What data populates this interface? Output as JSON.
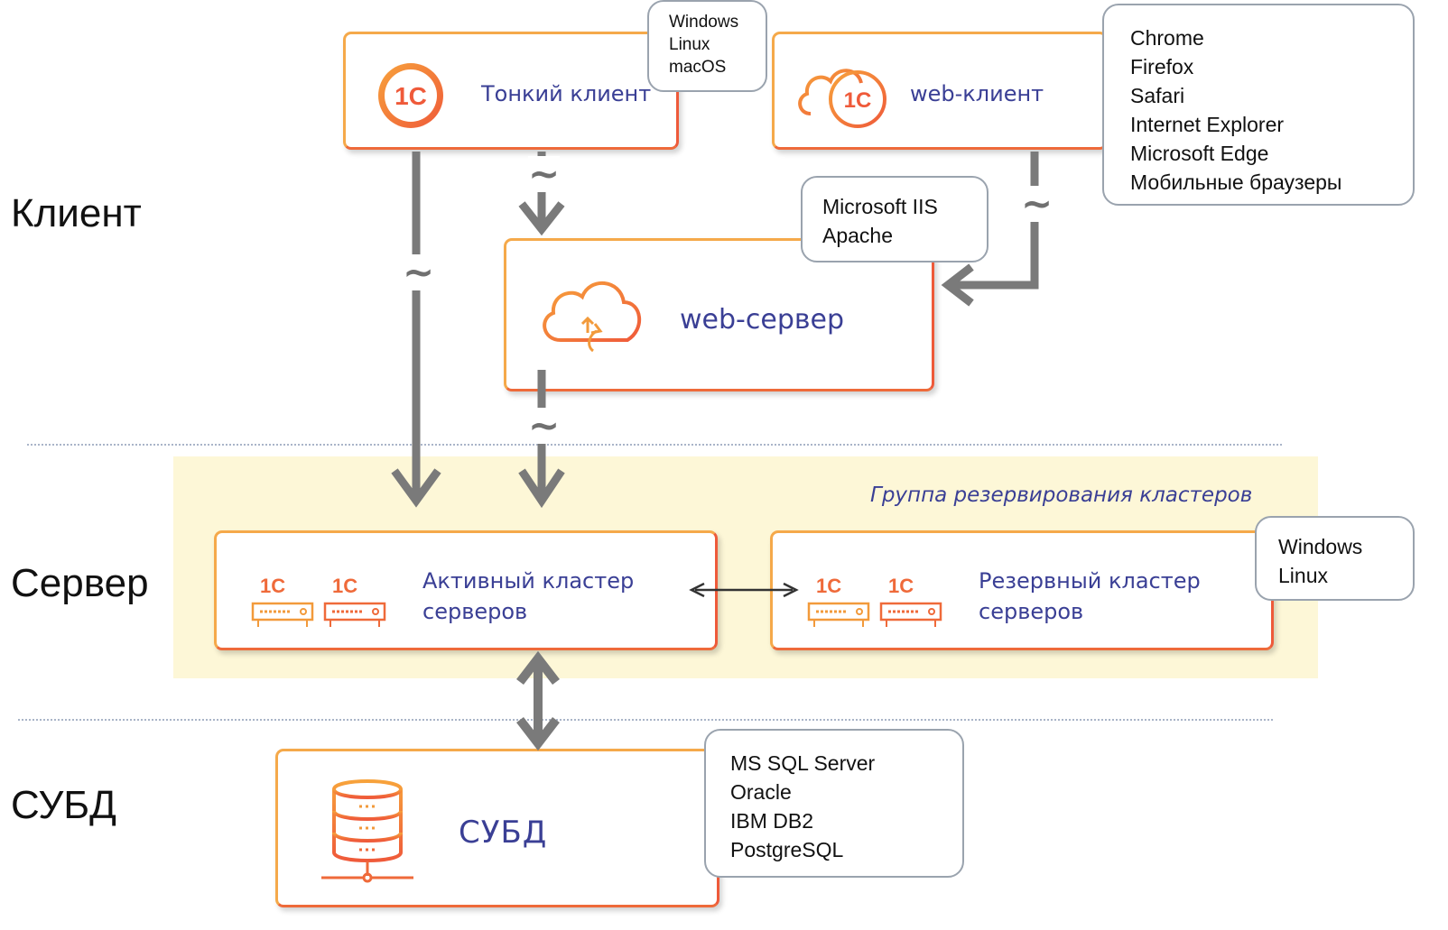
{
  "tiers": {
    "client": "Клиент",
    "server": "Сервер",
    "dbms": "СУБД"
  },
  "thin_client": {
    "logo": "1С",
    "label": "Тонкий клиент",
    "os_list": [
      "Windows",
      "Linux",
      "macOS"
    ]
  },
  "web_client": {
    "logo": "1С",
    "label": "web-клиент",
    "browsers": [
      "Chrome",
      "Firefox",
      "Safari",
      "Internet Explorer",
      "Microsoft Edge",
      "Мобильные браузеры"
    ]
  },
  "web_server": {
    "label": "web-сервер",
    "servers": [
      "Microsoft IIS",
      "Apache"
    ]
  },
  "cluster_group": {
    "label": "Группа резервирования кластеров",
    "active": {
      "line1": "Активный кластер",
      "line2": "серверов"
    },
    "reserve": {
      "line1": "Резервный кластер",
      "line2": "серверов"
    },
    "os_list": [
      "Windows",
      "Linux"
    ],
    "logo": "1С"
  },
  "dbms": {
    "label": "СУБД",
    "engines": [
      "MS SQL Server",
      "Oracle",
      "IBM DB2",
      "PostgreSQL"
    ]
  },
  "connector_symbol": "~",
  "colors": {
    "box_border": "#f5a94a",
    "box_border_accent": "#ee5a3a",
    "label_text": "#3a3f95",
    "arrow": "#7a7a7a",
    "cluster_band": "#fdf7d7",
    "divider": "#a9b4c8"
  }
}
